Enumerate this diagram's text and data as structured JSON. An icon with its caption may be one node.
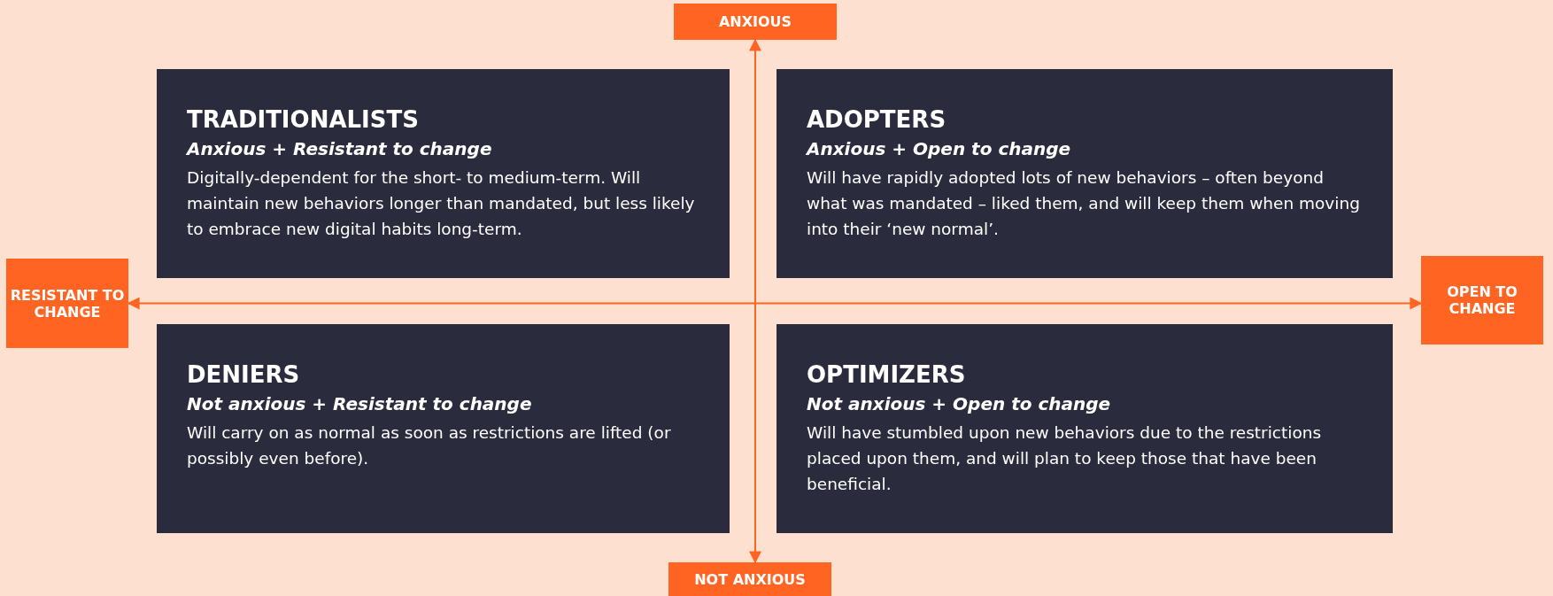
{
  "diagram": {
    "nodes": [
      {
        "text": [
          "ANXIOUS"
        ]
      },
      {
        "text": [
          "TRADITIONALISTS",
          "Anxious + Resistant to change",
          "Digitally-dependent for the short- to medium-term. Will maintain new behaviors longer than mandated, but less likely to embrace new digital habits long-term."
        ]
      },
      {
        "text": [
          "ADOPTERS",
          "Anxious + Open to change",
          "Will have rapidly adopted lots of new behaviors – often beyond what was mandated – liked them, and will keep them when moving into their ‘new normal’."
        ]
      },
      {
        "text": [
          "RESISTANT TO CHANGE"
        ]
      },
      {
        "text": [
          "OPEN TO CHANGE"
        ]
      },
      {
        "text": [
          "DENIERS",
          "Not anxious + Resistant to change",
          "Will carry on as normal as soon as restrictions are lifted (or possibly even before)."
        ]
      },
      {
        "text": [
          "OPTIMIZERS",
          "Not anxious + Open to change",
          "Will have stumbled upon new behaviors due to the restrictions placed upon them, and will plan to keep those that have been beneficial."
        ]
      },
      {
        "text": [
          "NOT ANXIOUS"
        ]
      }
    ],
    "edges": [
      {
        "from": 0,
        "to": 7,
        "arrow": "both"
      },
      {
        "from": 3,
        "to": 4,
        "arrow": "both"
      }
    ]
  }
}
